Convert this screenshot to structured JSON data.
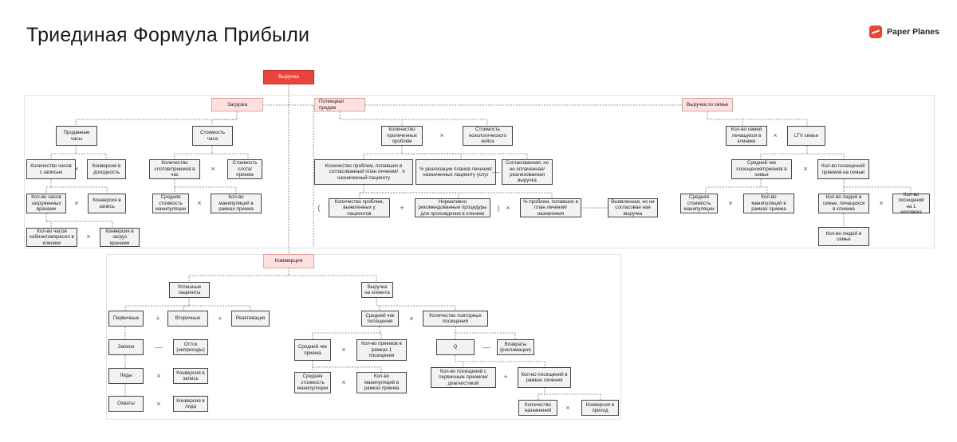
{
  "title": "Триединая Формула Прибыли",
  "brand": "Paper Planes",
  "nodes": {
    "revenue": "Выручка",
    "load": "Загрузка",
    "sold_hours": "Проданные часы",
    "hour_cost": "Стоимость часа",
    "hours_with_record": "Количество часов с записью",
    "conv_profit": "Конверсия в доходность",
    "slots_count": "Количество слотов/приемов в час",
    "slot_cost": "Стоимость слота/ приема",
    "loaded_hours": "Кол-во часов загруженных врачами",
    "conv_record": "Конверсия в запись",
    "avg_manip_cost": "Средняя стоимость манипуляции",
    "manip_count": "Кол-во манипуляций в рамках приема",
    "chairs_hours": "Кол-во часов кабинетов/кресел в клинике",
    "conv_load": "Конверсия в загруз врачами",
    "sales_potential": "Потенциал продаж",
    "treated_problems": "Количество пролеченных проблем",
    "nosology_cost": "Стоимость нозологического кейса",
    "problems_in_plan": "Количество проблем, попавших в согласованный план лечения/назначенный пациенту",
    "plan_realization": "% реализации планов лечения/ назначенных пациенту услуг",
    "agreed_unpaid": "Согласованная, но не оплаченная/ реализованная выручка",
    "problems_found": "Количество проблем, выявленных у пациентов",
    "normative_procedures": "Нормативно рекомендованные процедуры для прохождения в клинике",
    "pct_in_plan": "% проблем, попавших в план лечения/ назначения",
    "found_unagreed": "Выявленная, но не согласован ная выручка",
    "family_revenue": "Выручка по семье",
    "families_count": "Кол-во семей лечащихся в клинике",
    "ltv_family": "LTV семьи",
    "avg_check_family": "Средний чек посещения/приемов в семье",
    "visits_family": "Кол-во посещений/ приемов на семью",
    "avg_manip_cost_f": "Средняя стоимость манипуляции",
    "manip_count_f": "Кол-во манипуляций в рамках приема",
    "people_family": "Кол-во людей в семье, лечащихся в клинике",
    "visits_person": "Кол-во посещений на 1 человека",
    "people_in_family": "Кол-во людей в семье",
    "commerce": "Коммерция",
    "successful_patients": "Успешные пациенты",
    "revenue_client": "Выручка на клиента",
    "primary": "Первичные",
    "secondary": "Вторичные",
    "reactivation": "Реактивация",
    "records": "Записи",
    "dropout": "Отток (неприходы)",
    "leads": "Лиды",
    "conv_record_c": "Конверсия в запись",
    "reach": "Охваты",
    "conv_lead": "Конверсия в лида",
    "avg_check_visit": "Средний чек посещения",
    "repeat_visits": "Количество повторных посещений",
    "avg_check_appt": "Средний чек приема",
    "appts_per_visit": "Кол-во приемов в рамках 1 посещения",
    "q": "Q",
    "returns": "Возвраты (рекламации)",
    "avg_manip_cost_c": "Средняя стоимость манипуляции",
    "manip_count_c": "Кол-во манипуляций в рамках приема",
    "visits_primary": "Кол-во посещений с первичным приемом/диагностикой",
    "visits_treatment": "Кол-во посещений в рамках лечения",
    "prescriptions": "Количество назначений",
    "conv_arrival": "Конверсия в приход"
  },
  "operators": {
    "times": "×",
    "plus": "+",
    "minus": "—",
    "open_paren": "(",
    "close_paren": ")"
  },
  "colors": {
    "accent": "#e8453c",
    "pink_fill": "#fde1e1",
    "node_fill": "#f2f2f2"
  }
}
